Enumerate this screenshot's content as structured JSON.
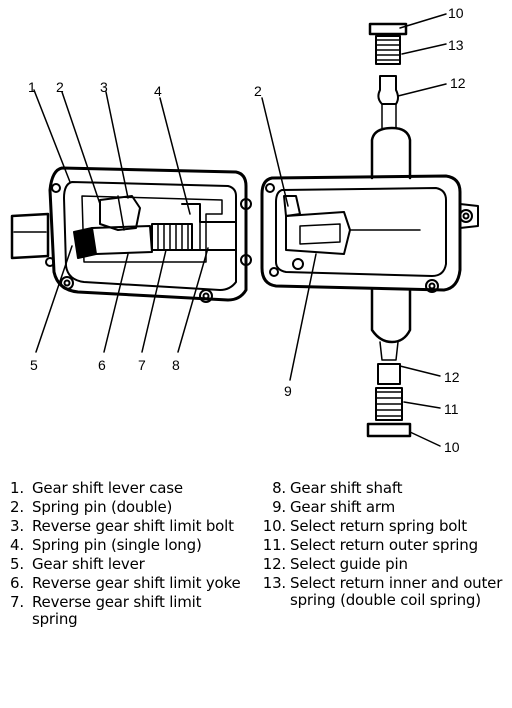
{
  "callouts": {
    "c1": "1",
    "c2a": "2",
    "c3": "3",
    "c4": "4",
    "c2b": "2",
    "c5": "5",
    "c6": "6",
    "c7": "7",
    "c8": "8",
    "c9": "9",
    "c10a": "10",
    "c13": "13",
    "c12a": "12",
    "c12b": "12",
    "c11": "11",
    "c10b": "10"
  },
  "legend": {
    "left": [
      {
        "num": "1.",
        "text": "Gear shift lever case"
      },
      {
        "num": "2.",
        "text": "Spring pin (double)"
      },
      {
        "num": "3.",
        "text": "Reverse gear shift limit bolt"
      },
      {
        "num": "4.",
        "text": "Spring pin (single long)"
      },
      {
        "num": "5.",
        "text": "Gear shift lever"
      },
      {
        "num": "6.",
        "text": "Reverse gear shift limit yoke"
      },
      {
        "num": "7.",
        "text": "Reverse gear shift limit spring"
      }
    ],
    "right": [
      {
        "num": "8.",
        "text": "Gear shift shaft"
      },
      {
        "num": "9.",
        "text": "Gear shift arm"
      },
      {
        "num": "10.",
        "text": "Select return spring bolt"
      },
      {
        "num": "11.",
        "text": "Select return outer spring"
      },
      {
        "num": "12.",
        "text": "Select guide pin"
      },
      {
        "num": "13.",
        "text": "Select return inner and outer spring (double coil spring)"
      }
    ]
  },
  "colors": {
    "ink": "#000000",
    "paper": "#ffffff"
  }
}
